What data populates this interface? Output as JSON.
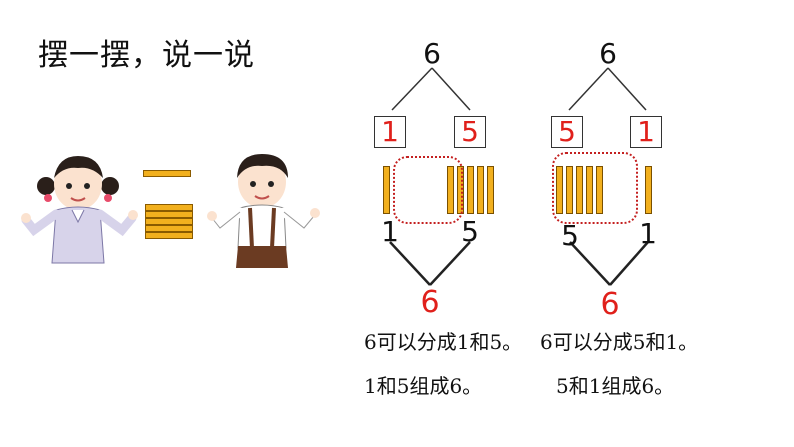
{
  "title": "摆一摆，说一说",
  "tree_left": {
    "top": "6",
    "box_left": "1",
    "box_right": "5",
    "bottom_left": "1",
    "bottom_right": "5",
    "result": "6",
    "sticks_left": 1,
    "sticks_right": 5
  },
  "tree_right": {
    "top": "6",
    "box_left": "5",
    "box_right": "1",
    "bottom_left": "5",
    "bottom_right": "1",
    "result": "6",
    "sticks_left": 5,
    "sticks_right": 1
  },
  "sentences": {
    "left_line1": "6可以分成1和5。",
    "left_line2": "1和5组成6。",
    "right_line1": "6可以分成5和1。",
    "right_line2": "5和1组成6。"
  },
  "colors": {
    "stick": "#F2B01E",
    "red": "#E0201B",
    "dotted": "#C42020"
  },
  "icons": [
    "girl-illustration",
    "boy-illustration",
    "horizontal-stick-icon"
  ]
}
